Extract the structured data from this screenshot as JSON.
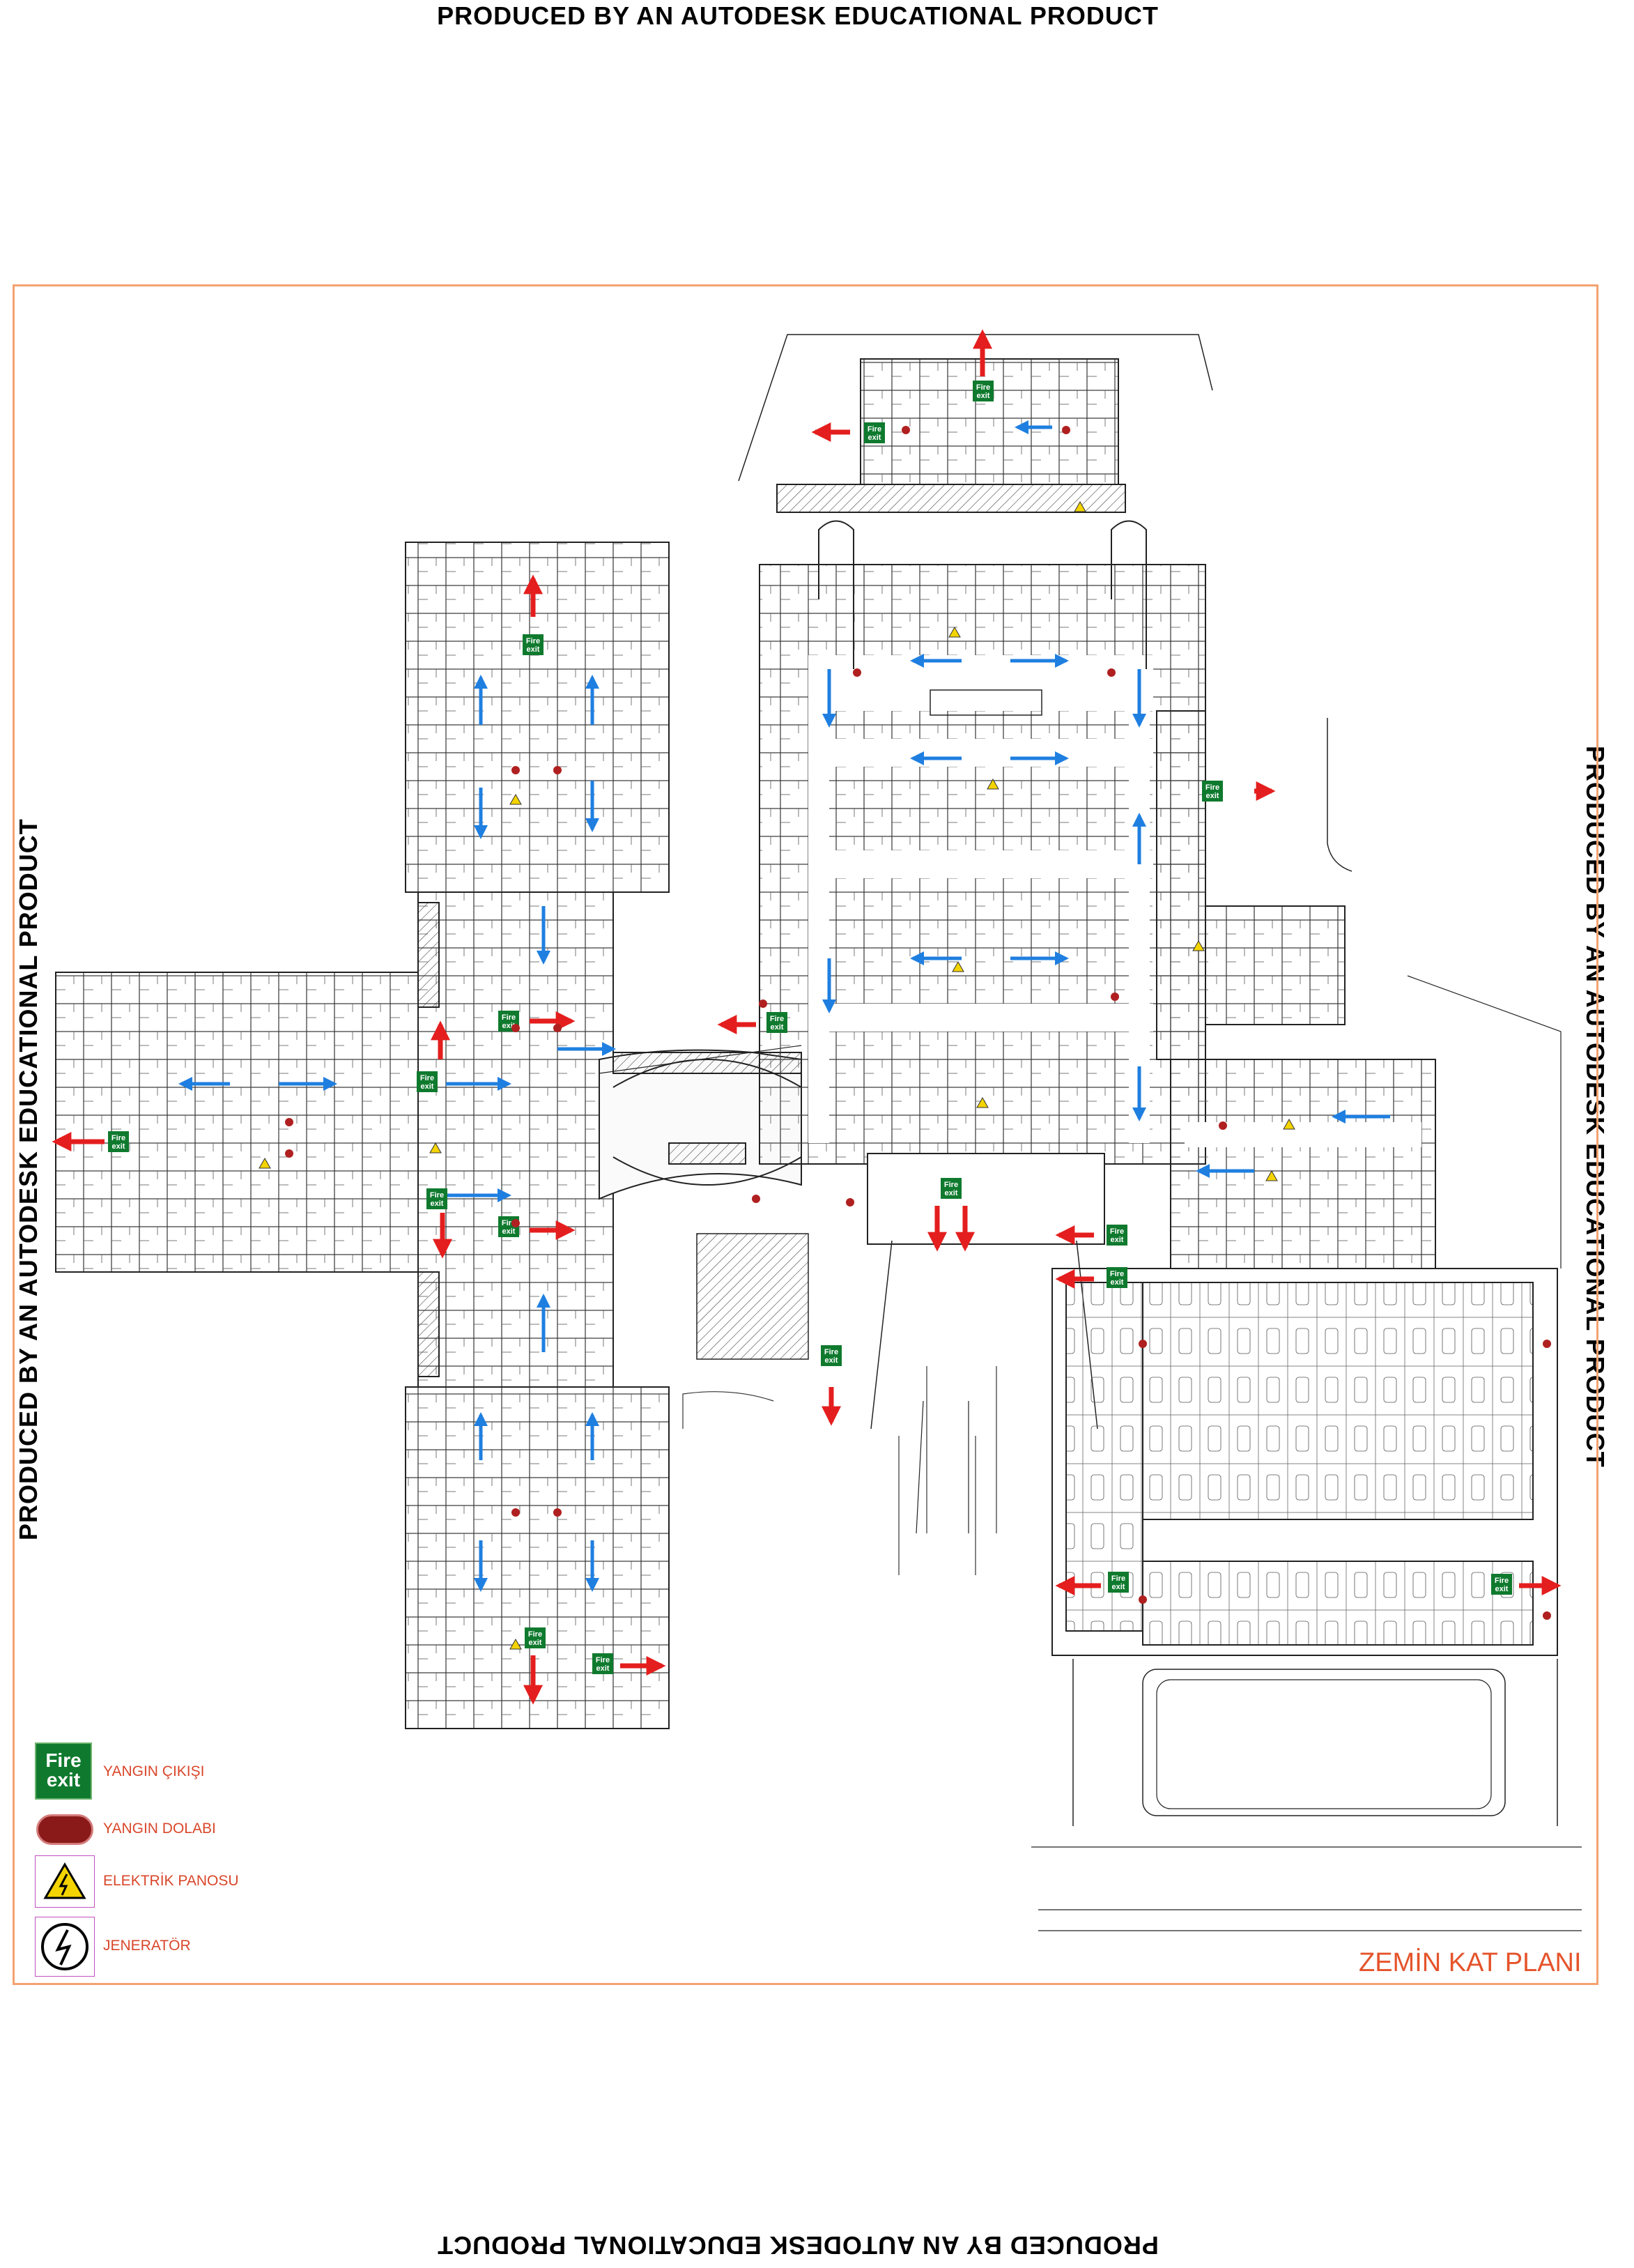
{
  "watermark": {
    "top": "PRODUCED BY AN AUTODESK EDUCATIONAL PRODUCT",
    "left": "PRODUCED BY AN AUTODESK EDUCATIONAL PRODUCT",
    "right": "PRODUCED BY AN AUTODESK EDUCATIONAL PRODUCT",
    "bottom": "PRODUCED BY AN AUTODESK EDUCATIONAL PRODUCT"
  },
  "plan_title": "ZEMİN KAT PLANI",
  "fire_exit_sign": {
    "line1": "Fire",
    "line2": "exit"
  },
  "legend": [
    {
      "icon": "fire-exit-icon",
      "label": "YANGIN ÇIKIŞI"
    },
    {
      "icon": "fire-cabinet-icon",
      "label": "YANGIN DOLABI"
    },
    {
      "icon": "electrical-panel-icon",
      "label": "ELEKTRİK PANOSU"
    },
    {
      "icon": "generator-icon",
      "label": "JENERATÖR"
    }
  ],
  "colors": {
    "frame": "#f4a270",
    "exit_arrow": "#e41e1e",
    "flow_arrow": "#1f7fe0",
    "fire_exit": "#0f7a2e",
    "fire_cabinet": "#b02020",
    "legend_text": "#d9472b",
    "magenta_label": "#c040c0"
  }
}
